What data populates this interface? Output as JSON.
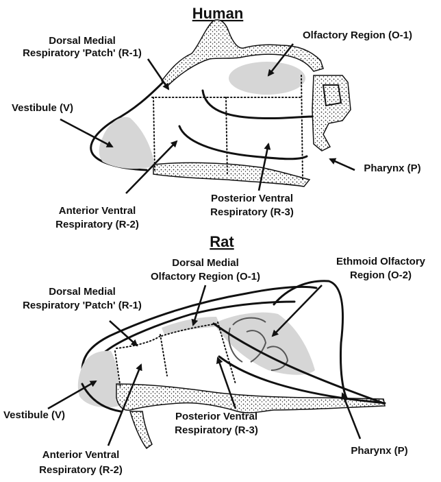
{
  "human": {
    "title": "Human",
    "labels": {
      "dorsal_medial_1": "Dorsal Medial",
      "dorsal_medial_2": "Respiratory 'Patch' (R-1)",
      "olfactory": "Olfactory Region (O-1)",
      "vestibule": "Vestibule (V)",
      "pharynx": "Pharynx (P)",
      "anterior_1": "Anterior Ventral",
      "anterior_2": "Respiratory (R-2)",
      "posterior_1": "Posterior Ventral",
      "posterior_2": "Respiratory (R-3)"
    }
  },
  "rat": {
    "title": "Rat",
    "labels": {
      "dm_olf_1": "Dorsal Medial",
      "dm_olf_2": "Olfactory Region (O-1)",
      "ethmoid_1": "Ethmoid Olfactory",
      "ethmoid_2": "Region (O-2)",
      "dorsal_medial_1": "Dorsal Medial",
      "dorsal_medial_2": "Respiratory 'Patch' (R-1)",
      "vestibule": "Vestibule (V)",
      "posterior_1": "Posterior Ventral",
      "posterior_2": "Respiratory (R-3)",
      "pharynx": "Pharynx (P)",
      "anterior_1": "Anterior Ventral",
      "anterior_2": "Respiratory (R-2)"
    }
  },
  "colors": {
    "region_fill": "#d6d6d6",
    "ink": "#111111"
  }
}
